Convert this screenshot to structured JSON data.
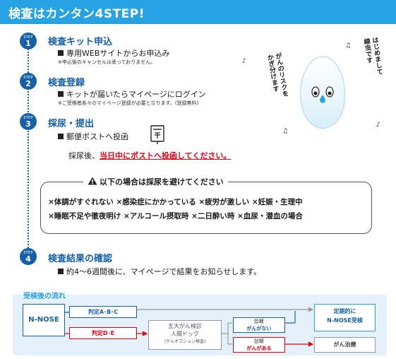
{
  "header": {
    "title": "検査はカンタン4STEP!"
  },
  "step_label": "STEP",
  "steps": [
    {
      "num": "1",
      "title": "検査キット申込",
      "line": "専用WEBサイトからお申込み",
      "note": "※申込後のキャンセルは承っておりません。"
    },
    {
      "num": "2",
      "title": "検査登録",
      "line": "キットが届いたらマイページにログイン",
      "note": "※ご受検者各々のマイページ登録が必要となります。(登録無料)"
    },
    {
      "num": "3",
      "title": "採尿・提出",
      "line": "郵便ポストへ投函",
      "sub_prefix": "採尿後、",
      "sub_red": "当日中にポストへ投函してください。"
    },
    {
      "num": "4",
      "title": "検査結果の確認",
      "line": "約4～6週間後に、マイページで結果をお知らせします。"
    }
  ],
  "warning": {
    "heading": "以下の場合は採尿を避けてください",
    "row1": "×体調がすぐれない ×感染症にかかっている ×疲労が激しい ×妊娠・生理中",
    "row2": "×睡眠不足や徹夜明け ×アルコール摂取時 ×二日酔い時 ×血尿・潜血の場合"
  },
  "mascot": {
    "speech_left": [
      "がんのリスクを",
      "かぎ分けます"
    ],
    "speech_right": [
      "はじめまして",
      "線虫です"
    ]
  },
  "flow": {
    "title": "受検後の流れ",
    "nnose": "N-NOSE",
    "judge_abc": "判定A･B･C",
    "judge_de": "判定D･E",
    "exam_line1": "五大がん検診",
    "exam_line2": "人間ドック",
    "exam_line3": "(がんオプション検査)",
    "diag_none_top": "診断",
    "diag_none_bottom": "がんがない",
    "diag_yes_top": "診断",
    "diag_yes_bottom": "がんがある",
    "result_regular_1": "定期的に",
    "result_regular_2": "N-NOSE受検",
    "result_treat": "がん治療"
  },
  "colors": {
    "brand": "#27a3e3",
    "navy": "#1560a8",
    "red": "#e60012"
  }
}
